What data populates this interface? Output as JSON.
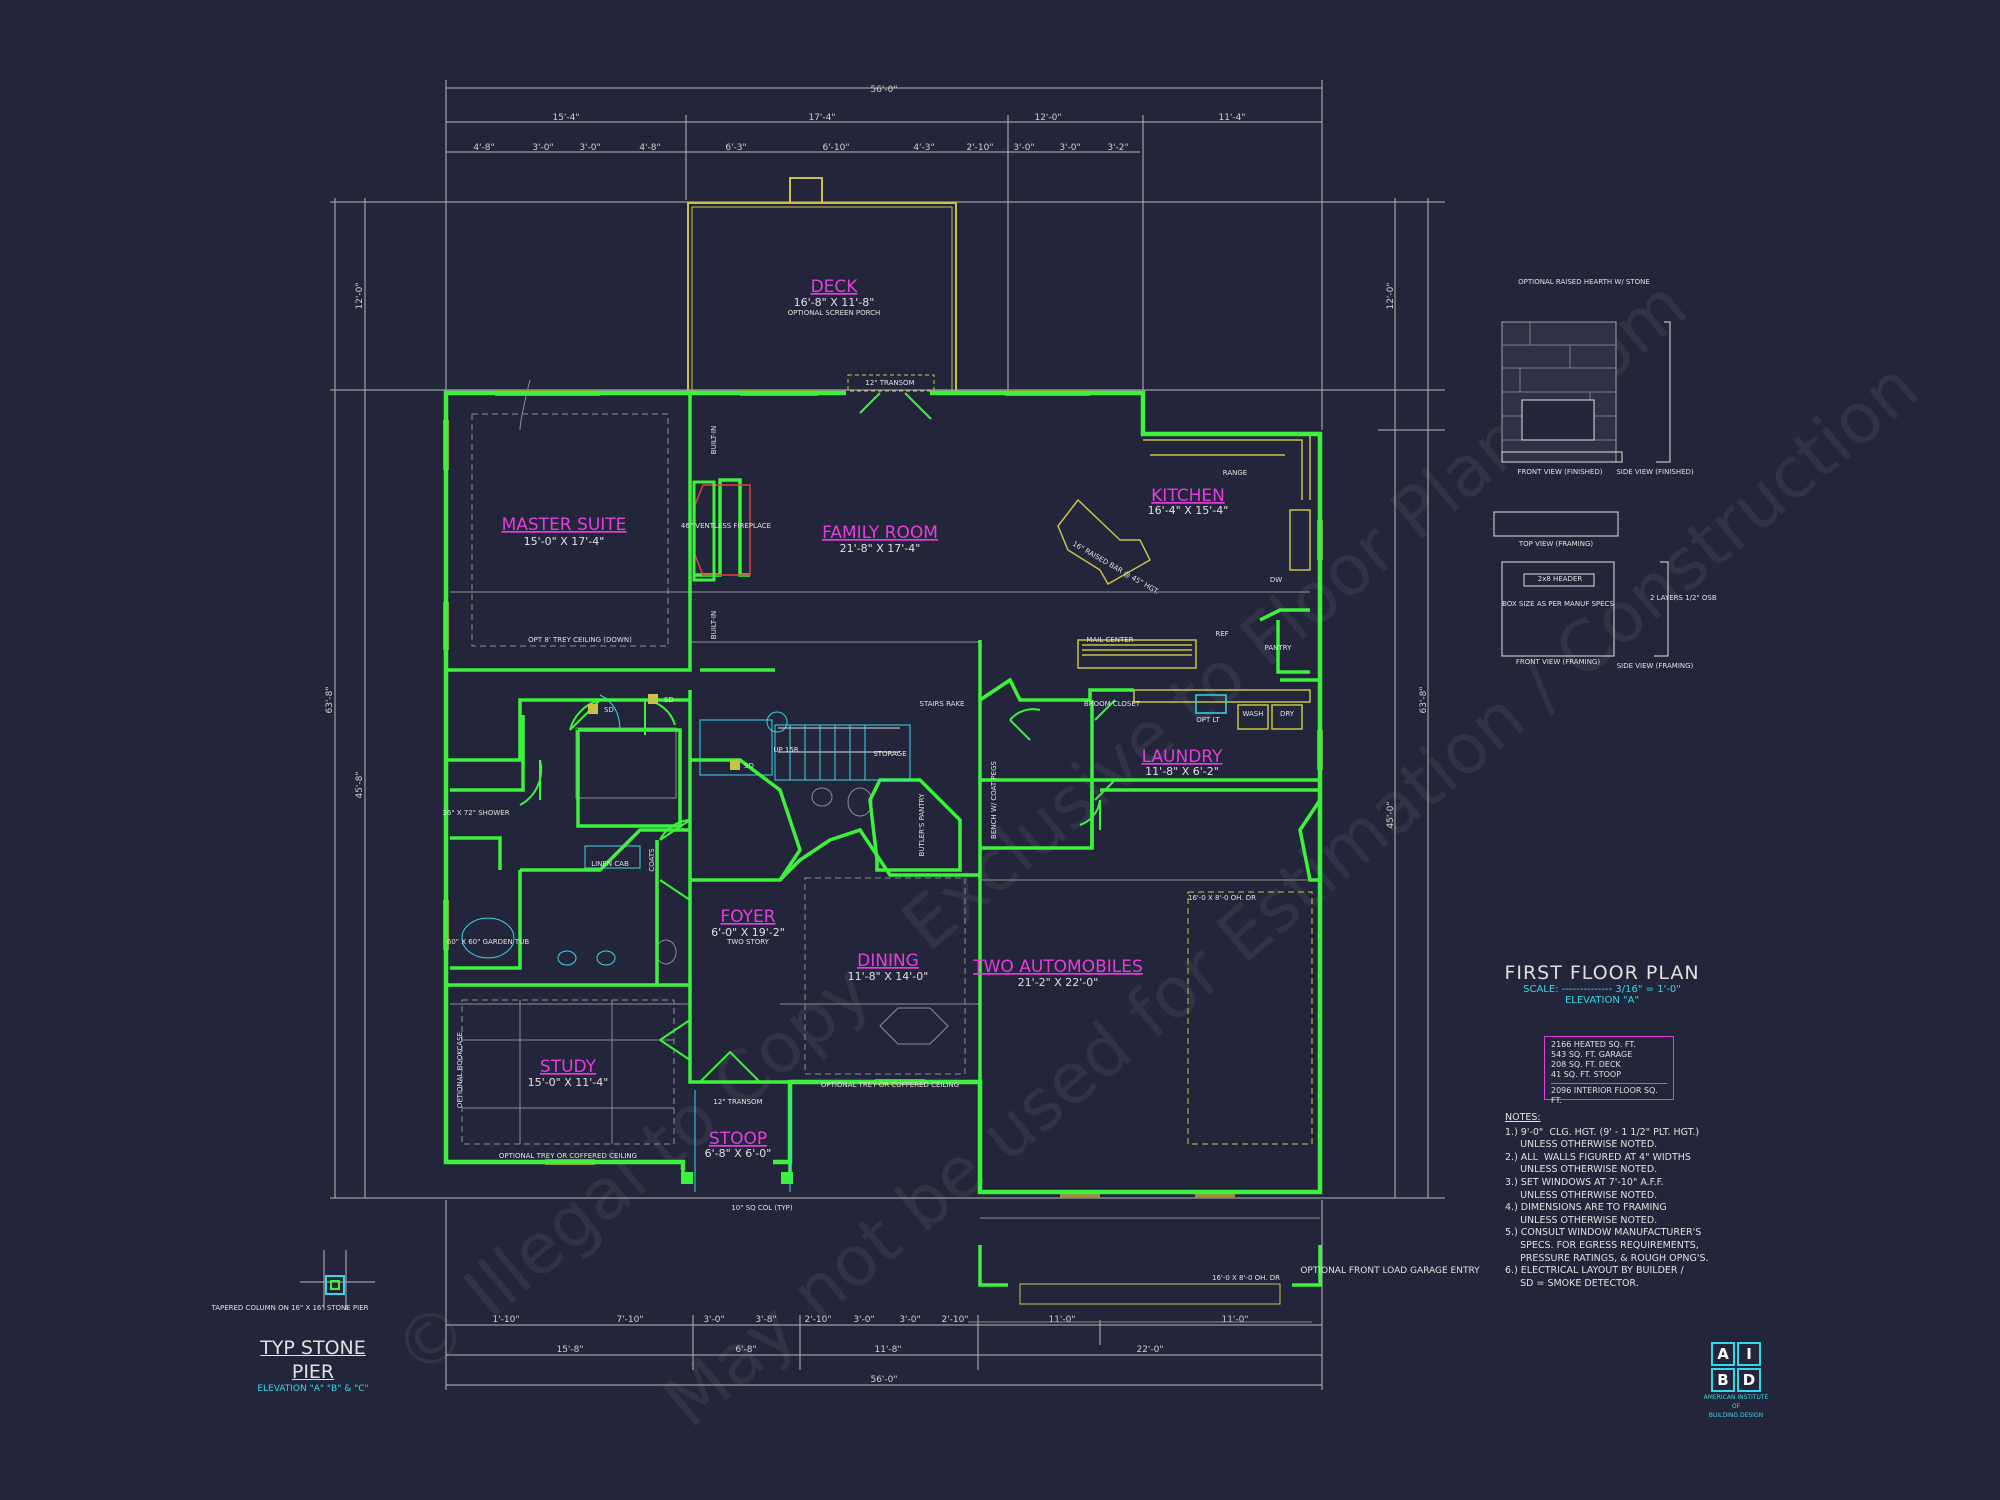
{
  "rooms": {
    "deck": {
      "name": "DECK",
      "size": "16'-8\" X 11'-8\"",
      "note": "OPTIONAL SCREEN PORCH"
    },
    "master": {
      "name": "MASTER SUITE",
      "size": "15'-0\" X 17'-4\""
    },
    "family": {
      "name": "FAMILY ROOM",
      "size": "21'-8\" X 17'-4\""
    },
    "kitchen": {
      "name": "KITCHEN",
      "size": "16'-4\" X 15'-4\""
    },
    "laundry": {
      "name": "LAUNDRY",
      "size": "11'-8\" X 6'-2\""
    },
    "foyer": {
      "name": "FOYER",
      "size": "6'-0\" X 19'-2\"",
      "note": "TWO STORY"
    },
    "dining": {
      "name": "DINING",
      "size": "11'-8\" X 14'-0\""
    },
    "garage": {
      "name": "TWO AUTOMOBILES",
      "size": "21'-2\" X 22'-0\""
    },
    "study": {
      "name": "STUDY",
      "size": "15'-0\" X 11'-4\""
    },
    "stoop": {
      "name": "STOOP",
      "size": "6'-8\" X 6'-0\""
    }
  },
  "labels": {
    "fireplace": "46\" VENTLESS FIREPLACE",
    "built_in": "BUILT-IN",
    "trey_master": "OPT 8' TREY CEILING (DOWN)",
    "trey_dining": "OPTIONAL TREY OR COFFERED CEILING",
    "trey_study": "OPTIONAL TREY OR COFFERED CEILING",
    "raised_bar": "16\" RAISED BAR @ 45\" HGT.",
    "mail_center": "MAIL CENTER",
    "pantry": "PANTRY",
    "range": "RANGE",
    "dw": "DW",
    "ref": "REF",
    "broom": "BROOM CLOSET",
    "wash": "WASH",
    "dry": "DRY",
    "storage": "STORAGE",
    "stairs_rake": "STAIRS RAKE",
    "butlers": "BUTLER'S PANTRY",
    "bench": "BENCH W/ COAT PEGS",
    "coats": "COATS",
    "linen": "LINEN CAB",
    "shower": "36\" X 72\" SHOWER",
    "garden_tub": "60\" X 60\" GARDEN TUB",
    "bookcase": "OPTIONAL BOOKCASE",
    "garage_door": "16'-0 X 8'-0 OH. DR",
    "front_load": "OPTIONAL FRONT LOAD GARAGE ENTRY",
    "transom_top": "12\" TRANSOM",
    "transom_bottom": "12\" TRANSOM",
    "col": "10\" SQ COL (TYP)",
    "sd": "SD",
    "up": "UP 15R",
    "opt_lt": "OPT LT",
    "hearth_title": "OPTIONAL RAISED HEARTH W/ STONE",
    "front_view_finished": "FRONT VIEW (FINISHED)",
    "side_view_finished": "SIDE VIEW (FINISHED)",
    "top_view_framing": "TOP VIEW (FRAMING)",
    "front_view_framing": "FRONT VIEW (FRAMING)",
    "side_view_framing": "SIDE VIEW (FRAMING)",
    "header_2x8": "2x8 HEADER",
    "box_size": "BOX SIZE AS PER MANUF SPECS",
    "layers": "2 LAYERS 1/2\" OSB",
    "tapered_col": "TAPERED COLUMN ON 16\" X 16\" STONE PIER"
  },
  "dims": {
    "overall": "56'-0\"",
    "top_row1": [
      "15'-4\"",
      "17'-4\"",
      "12'-0\"",
      "11'-4\""
    ],
    "top_row2": [
      "4'-8\"",
      "3'-0\"",
      "3'-0\"",
      "4'-8\"",
      "6'-3\"",
      "6'-10\"",
      "4'-3\"",
      "2'-10\"",
      "3'-0\"",
      "3'-0\"",
      "3'-2\""
    ],
    "bottom_row1": [
      "1'-10\"",
      "7'-10\"",
      "3'-0\"",
      "3'-8\"",
      "2'-10\"",
      "3'-0\"",
      "3'-0\"",
      "2'-10\"",
      "11'-0\"",
      "11'-0\""
    ],
    "bottom_row2": [
      "15'-8\"",
      "6'-8\"",
      "11'-8\"",
      "22'-0\""
    ],
    "left_total": "63'-8\"",
    "left_mid": "45'-8\"",
    "right_total": "63'-8\"",
    "right_mid": "45'-0\"",
    "deck_depth": "12'-0\""
  },
  "title": {
    "main": "FIRST FLOOR PLAN",
    "scale": "SCALE: -------------- 3/16\" = 1'-0\"",
    "elevation": "ELEVATION \"A\""
  },
  "sqft": {
    "lines": [
      "2166 HEATED SQ. FT.",
      "543 SQ. FT. GARAGE",
      "208 SQ. FT. DECK",
      "41 SQ. FT. STOOP"
    ],
    "total": "2096 INTERIOR FLOOR SQ. FT."
  },
  "notes": {
    "heading": "NOTES:",
    "items": [
      "1.) 9'-0\"  CLG. HGT. (9' - 1 1/2\" PLT. HGT.)\n     UNLESS OTHERWISE NOTED.",
      "2.) ALL  WALLS FIGURED AT 4\" WIDTHS\n     UNLESS OTHERWISE NOTED.",
      "3.) SET WINDOWS AT 7'-10\" A.F.F.\n     UNLESS OTHERWISE NOTED.",
      "4.) DIMENSIONS ARE TO FRAMING\n     UNLESS OTHERWISE NOTED.",
      "5.) CONSULT WINDOW MANUFACTURER'S\n     SPECS. FOR EGRESS REQUIREMENTS,\n     PRESSURE RATINGS, & ROUGH OPNG'S.",
      "6.) ELECTRICAL LAYOUT BY BUILDER /\n     SD = SMOKE DETECTOR."
    ]
  },
  "pier": {
    "title_line1": "TYP STONE",
    "title_line2": "PIER",
    "elevation": "ELEVATION \"A\" \"B\" & \"C\""
  },
  "logo": {
    "letters": [
      "A",
      "I",
      "B",
      "D"
    ],
    "caption": [
      "AMERICAN INSTITUTE",
      "OF",
      "BUILDING DESIGN"
    ]
  },
  "watermark": [
    "© Illegal to Copy - Exclusive to Floor Plans.com",
    "May not be used for Estimation / Construction"
  ],
  "colors": {
    "background": "#23263a",
    "walls": "#3cf23c",
    "room_labels": "#e63ce0",
    "accent": "#38d6e6",
    "yellow": "#c8c24a"
  }
}
